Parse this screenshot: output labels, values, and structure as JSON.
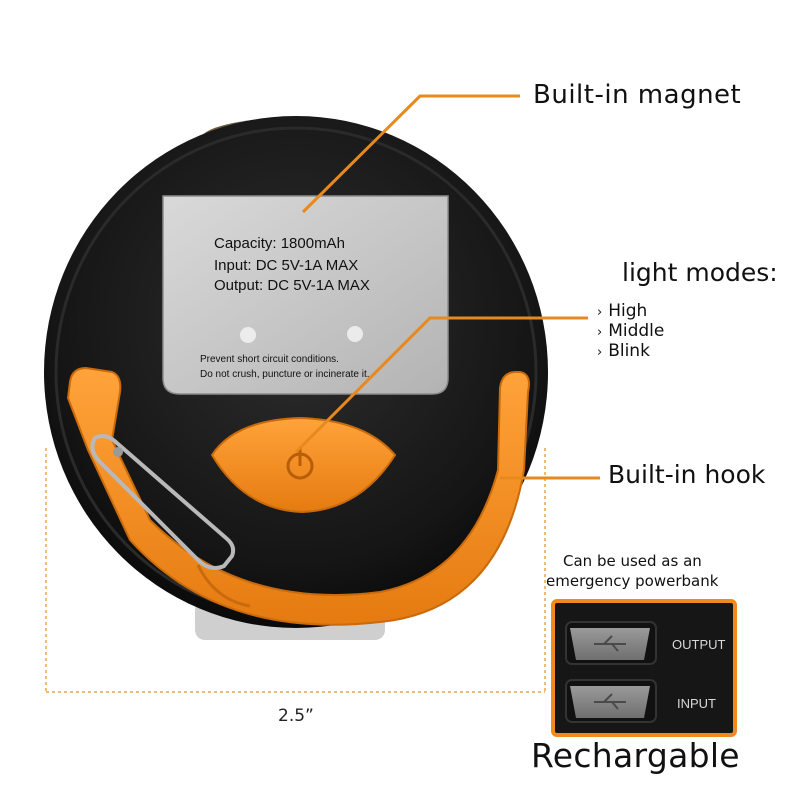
{
  "callouts": {
    "magnet": "Built-in  magnet",
    "hook": "Built-in hook",
    "modes_title": "light modes:",
    "modes": [
      "High",
      "Middle",
      "Blink"
    ],
    "mode_marker": "›"
  },
  "label_plate": {
    "capacity": "Capacity: 1800mAh",
    "input": "Input: DC  5V-1A  MAX",
    "output": "Output: DC  5V-1A  MAX",
    "warning_1": "Prevent short circuit conditions.",
    "warning_2": "Do  not crush,  puncture or incinerate it."
  },
  "powerbank": {
    "line_1": "Can be used as an",
    "line_2": "emergency powerbank",
    "port_output": "OUTPUT",
    "port_input": "INPUT"
  },
  "rechargeable": "Rechargable",
  "dimension": "2.5”",
  "colors": {
    "accent_orange": "#f08a1d",
    "body_black": "#1a1a1a",
    "plate_silver": "#c9c9c9",
    "callout_line": "#e8891e"
  },
  "icons": {
    "power_button": "power-icon",
    "usb_port": "usb-icon"
  }
}
